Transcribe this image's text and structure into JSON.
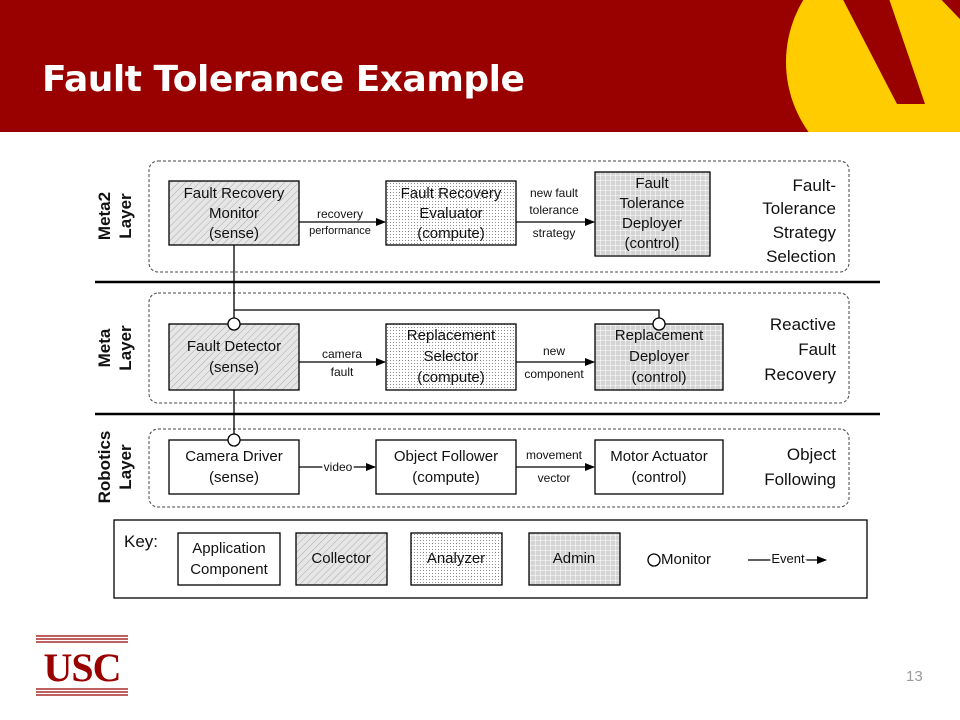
{
  "slide": {
    "title": "Fault Tolerance Example",
    "page_number": "13",
    "logo_text": "USC"
  },
  "colors": {
    "banner": "#990000",
    "banner_logo": "#FFCC00",
    "collector_fill": "#e6e6e6",
    "admin_fill": "#d4d4d4"
  },
  "layers": {
    "meta2": {
      "label_line1": "Meta2",
      "label_line2": "Layer",
      "description": [
        "Fault-",
        "Tolerance",
        "Strategy",
        "Selection"
      ],
      "components": {
        "sense": [
          "Fault Recovery",
          "Monitor",
          "(sense)"
        ],
        "compute": [
          "Fault Recovery",
          "Evaluator",
          "(compute)"
        ],
        "control": [
          "Fault",
          "Tolerance",
          "Deployer",
          "(control)"
        ]
      },
      "events": {
        "sense_to_compute": [
          "recovery",
          "performance"
        ],
        "compute_to_control": [
          "new fault",
          "tolerance",
          "strategy"
        ]
      }
    },
    "meta": {
      "label_line1": "Meta",
      "label_line2": "Layer",
      "description": [
        "Reactive",
        "Fault",
        "Recovery"
      ],
      "components": {
        "sense": [
          "Fault Detector",
          "(sense)"
        ],
        "compute": [
          "Replacement",
          "Selector",
          "(compute)"
        ],
        "control": [
          "Replacement",
          "Deployer",
          "(control)"
        ]
      },
      "events": {
        "sense_to_compute": [
          "camera",
          "fault"
        ],
        "compute_to_control": [
          "new",
          "component"
        ]
      }
    },
    "robotics": {
      "label_line1": "Robotics",
      "label_line2": "Layer",
      "description": [
        "Object",
        "Following"
      ],
      "components": {
        "sense": [
          "Camera Driver",
          "(sense)"
        ],
        "compute": [
          "Object Follower",
          "(compute)"
        ],
        "control": [
          "Motor Actuator",
          "(control)"
        ]
      },
      "events": {
        "sense_to_compute": [
          "video"
        ],
        "compute_to_control": [
          "movement",
          "vector"
        ]
      }
    }
  },
  "key": {
    "title": "Key:",
    "application_component": [
      "Application",
      "Component"
    ],
    "collector": "Collector",
    "analyzer": "Analyzer",
    "admin": "Admin",
    "monitor": "Monitor",
    "event": "Event"
  }
}
